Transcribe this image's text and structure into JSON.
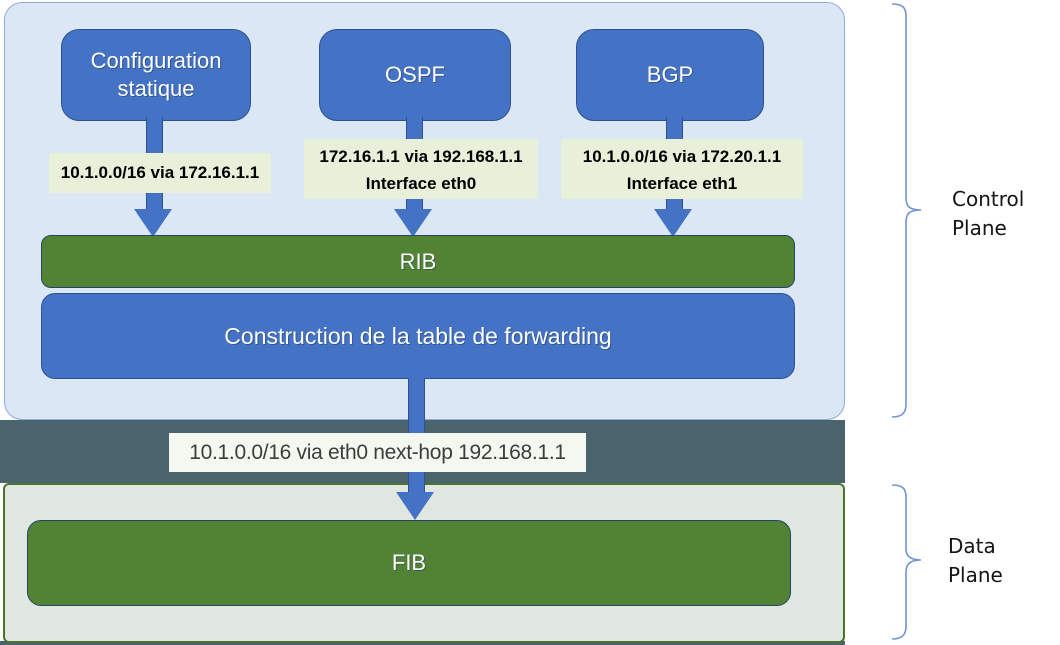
{
  "colors": {
    "accent_blue": "#4472c4",
    "box_border_blue": "#2f528f",
    "green": "#528234",
    "bar_border_dark": "#26456e",
    "control_bg": "#dbe7f4",
    "control_border": "#8faadc",
    "data_bg": "#dfe7e0",
    "data_border": "#4a7329",
    "band_dark": "#4a646e",
    "route_label_bg": "#e9f0da",
    "fib_route_bg": "#f4f8f1",
    "brace_blue": "#6e93d6"
  },
  "control_plane": {
    "bracket_label": "Control Plane",
    "boxes": {
      "static": "Configuration statique",
      "ospf": "OSPF",
      "bgp": "BGP"
    },
    "routes": {
      "static_route": "10.1.0.0/16 via 172.16.1.1",
      "ospf_route_line1": "172.16.1.1 via 192.168.1.1",
      "ospf_route_line2": "Interface eth0",
      "bgp_route_line1": "10.1.0.0/16 via 172.20.1.1",
      "bgp_route_line2": "Interface eth1"
    },
    "rib": "RIB",
    "construction": "Construction de la table de forwarding"
  },
  "fib_route": "10.1.0.0/16 via eth0 next-hop 192.168.1.1",
  "data_plane": {
    "bracket_label": "Data Plane",
    "fib": "FIB"
  }
}
